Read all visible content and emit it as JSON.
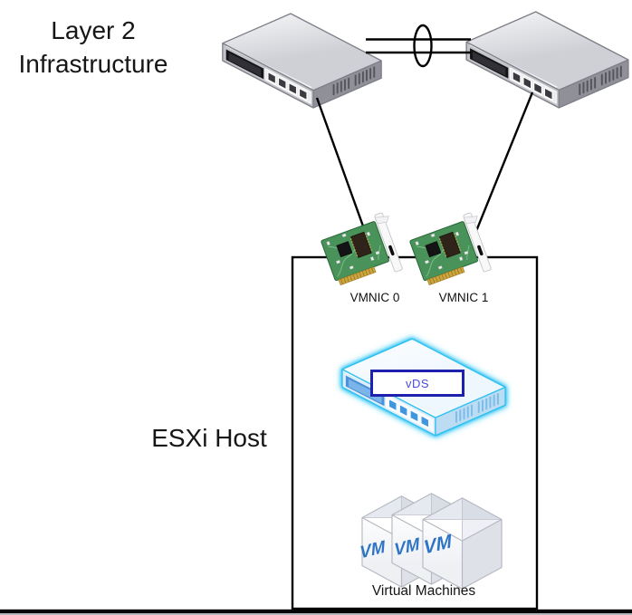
{
  "diagram": {
    "layer2": {
      "line1": "Layer 2",
      "line2": "Infrastructure"
    },
    "esxi": {
      "label": "ESXi Host"
    },
    "nics": {
      "nic0_label": "VMNIC 0",
      "nic1_label": "VMNIC 1"
    },
    "vds": {
      "label": "vDS"
    },
    "vms": {
      "box_label": "VM",
      "caption": "Virtual Machines"
    },
    "colors": {
      "vds_glow": "#2fc0f1",
      "vds_label_border": "#1e21ae",
      "vds_label_text": "#4a4ade",
      "vm_text": "#2e74c4",
      "nic_board": "#49935a",
      "line": "#000000"
    }
  }
}
